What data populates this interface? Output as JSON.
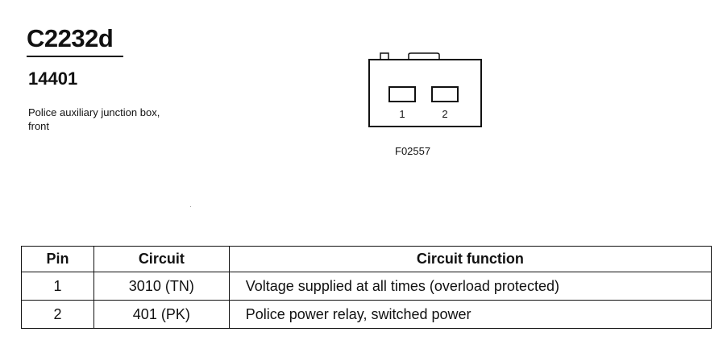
{
  "header": {
    "connector_id": "C2232d",
    "part_number": "14401",
    "description": "Police auxiliary junction box, front"
  },
  "figure": {
    "pin_labels": [
      "1",
      "2"
    ],
    "code": "F02557"
  },
  "table": {
    "headers": {
      "pin": "Pin",
      "circuit": "Circuit",
      "function": "Circuit function"
    },
    "rows": [
      {
        "pin": "1",
        "circuit": "3010 (TN)",
        "function": "Voltage supplied at all times (overload protected)"
      },
      {
        "pin": "2",
        "circuit": "401 (PK)",
        "function": "Police power relay, switched power"
      }
    ]
  }
}
